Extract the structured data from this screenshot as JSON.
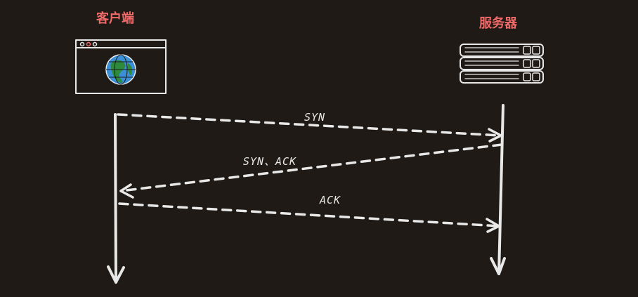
{
  "client": {
    "label": "客户端",
    "icon": "browser-globe-icon"
  },
  "server": {
    "label": "服务器",
    "icon": "server-rack-icon"
  },
  "messages": [
    {
      "label": "SYN",
      "from": "client",
      "to": "server"
    },
    {
      "label": "SYN、ACK",
      "from": "server",
      "to": "client"
    },
    {
      "label": "ACK",
      "from": "client",
      "to": "server"
    }
  ],
  "colors": {
    "background": "#1f1a15",
    "title": "#f06a6a",
    "line": "#e8e8e8",
    "globe_blue": "#3a8fd6",
    "globe_green": "#2e8b3e"
  }
}
